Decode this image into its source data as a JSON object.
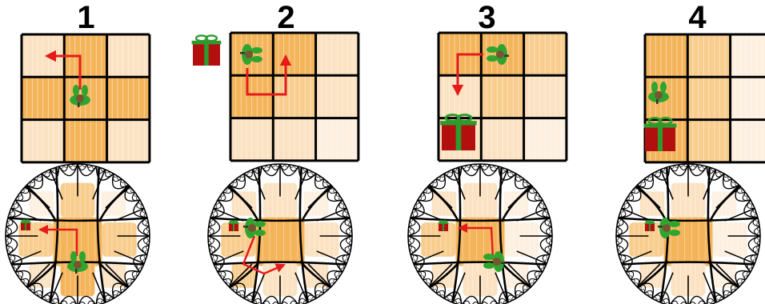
{
  "panels": [
    {
      "number": "1"
    },
    {
      "number": "2"
    },
    {
      "number": "3"
    },
    {
      "number": "4"
    }
  ],
  "colors": {
    "tile_dark": "#f4b45a",
    "tile_mid": "#f8cd8e",
    "tile_light": "#fbe2c2",
    "tile_pale": "#fdf0e0",
    "grain": "#ffffff",
    "arrow": "#e51b1b",
    "gift_box": "#b30f0f",
    "gift_ribbon": "#2e9a2e",
    "person_body": "#2fa52f",
    "person_head": "#7a5430",
    "outline": "#000000"
  },
  "icons": [
    "person-icon",
    "gift-icon",
    "arrow-icon",
    "hyperbolic-disk",
    "square-grid"
  ]
}
